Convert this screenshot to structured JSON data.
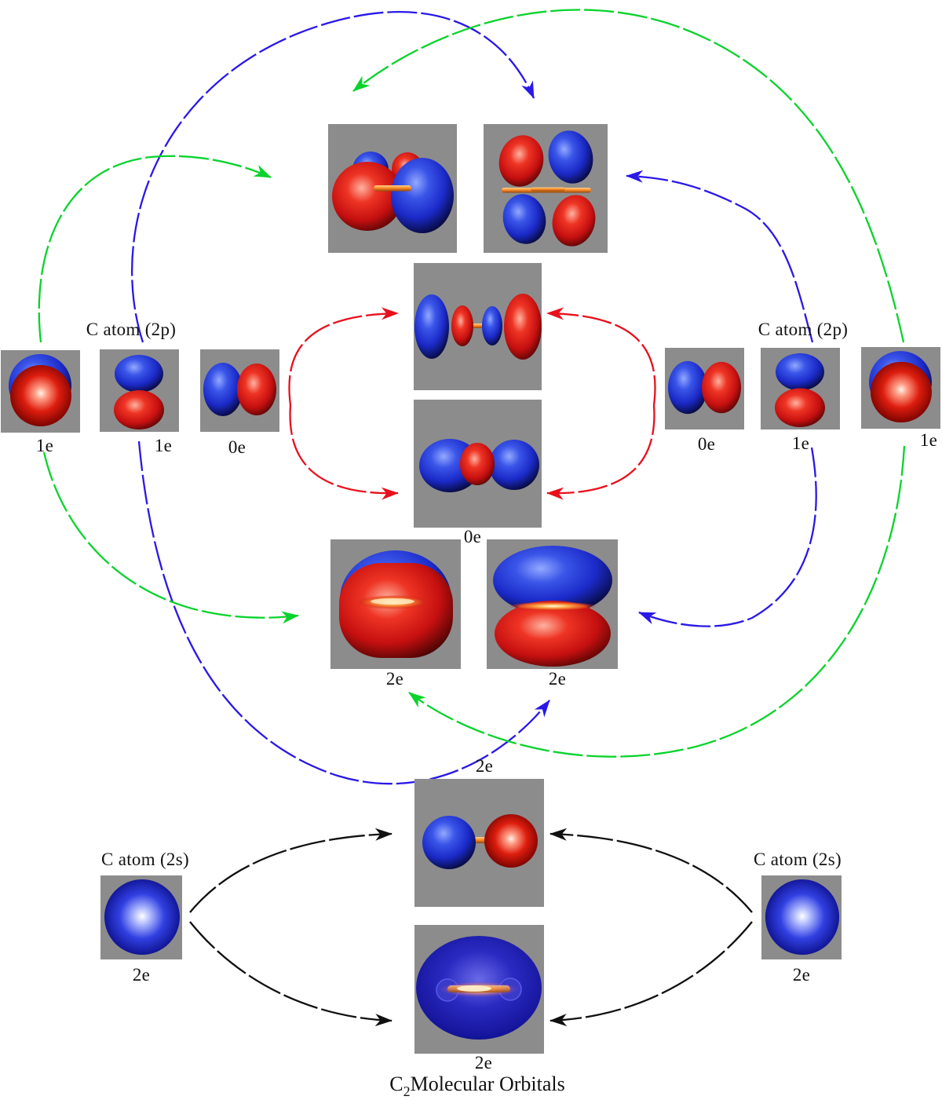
{
  "diagram": {
    "title": {
      "element": "C",
      "subscript": "2",
      "rest": "Molecular Orbitals"
    },
    "atom_labels": {
      "left_2p": "C atom (2p)",
      "right_2p": "C atom (2p)",
      "left_2s": "C atom (2s)",
      "right_2s": "C atom (2s)"
    },
    "occupancy": {
      "left_p_front": "1e",
      "left_p_vertical": "1e",
      "left_p_horizontal": "0e",
      "right_p_horizontal": "0e",
      "right_p_vertical": "1e",
      "right_p_front": "1e",
      "sigma_2p": "0e",
      "pi_front": "2e",
      "pi_side": "2e",
      "sigma_star_2s": "2e",
      "sigma_2s": "2e",
      "left_s": "2e",
      "right_s": "2e"
    },
    "colors": {
      "box_background": "#8c8c8c",
      "phase_positive_blue": "#2230d6",
      "phase_negative_red": "#cf1410",
      "bond": "#ff8f2a",
      "arrow_2p_sigma_red": "#e8101d",
      "arrow_2p_pi_blue": "#2a18e8",
      "arrow_2p_pi_green": "#0ad32c",
      "arrow_2s_black": "#101010"
    }
  }
}
